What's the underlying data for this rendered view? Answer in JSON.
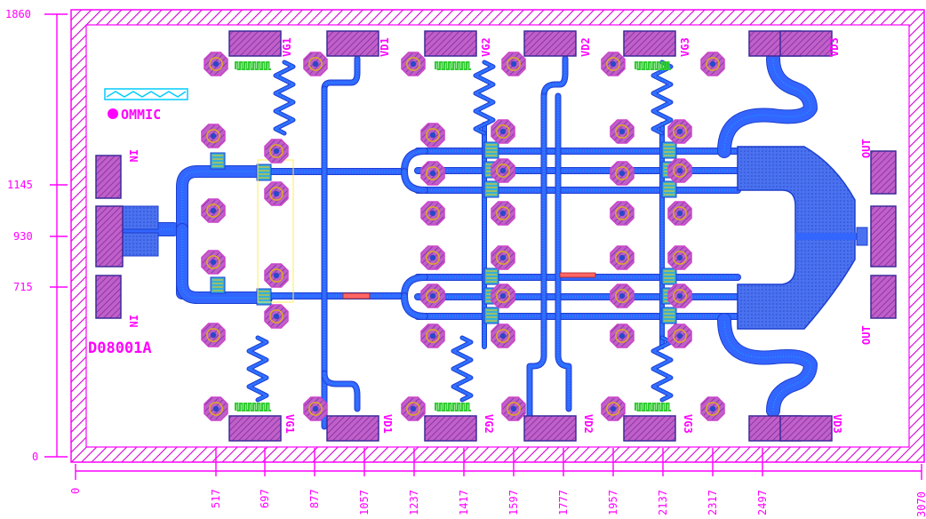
{
  "chip": {
    "part_number": "D08001A",
    "logo_text": "OMMIC"
  },
  "axes": {
    "y_ticks": [
      "1860",
      "1145",
      "930",
      "715",
      "0"
    ],
    "x_ticks": [
      "0",
      "517",
      "697",
      "877",
      "1057",
      "1237",
      "1417",
      "1597",
      "1777",
      "1957",
      "2137",
      "2317",
      "2497",
      "3070"
    ]
  },
  "pads": {
    "top": [
      "VG1",
      "VD1",
      "VG2",
      "VD2",
      "VG3",
      "VD3"
    ],
    "bottom": [
      "VG1",
      "VD1",
      "VG2",
      "VD2",
      "VG3",
      "VD3"
    ],
    "left": [
      "IN",
      "IN"
    ],
    "right": [
      "OUT",
      "OUT"
    ]
  },
  "colors": {
    "outline": "#ff00ff",
    "metal": "#3366ff",
    "via": "#cc44cc",
    "marker": "#00ccff",
    "resistor": "#33cc33"
  }
}
